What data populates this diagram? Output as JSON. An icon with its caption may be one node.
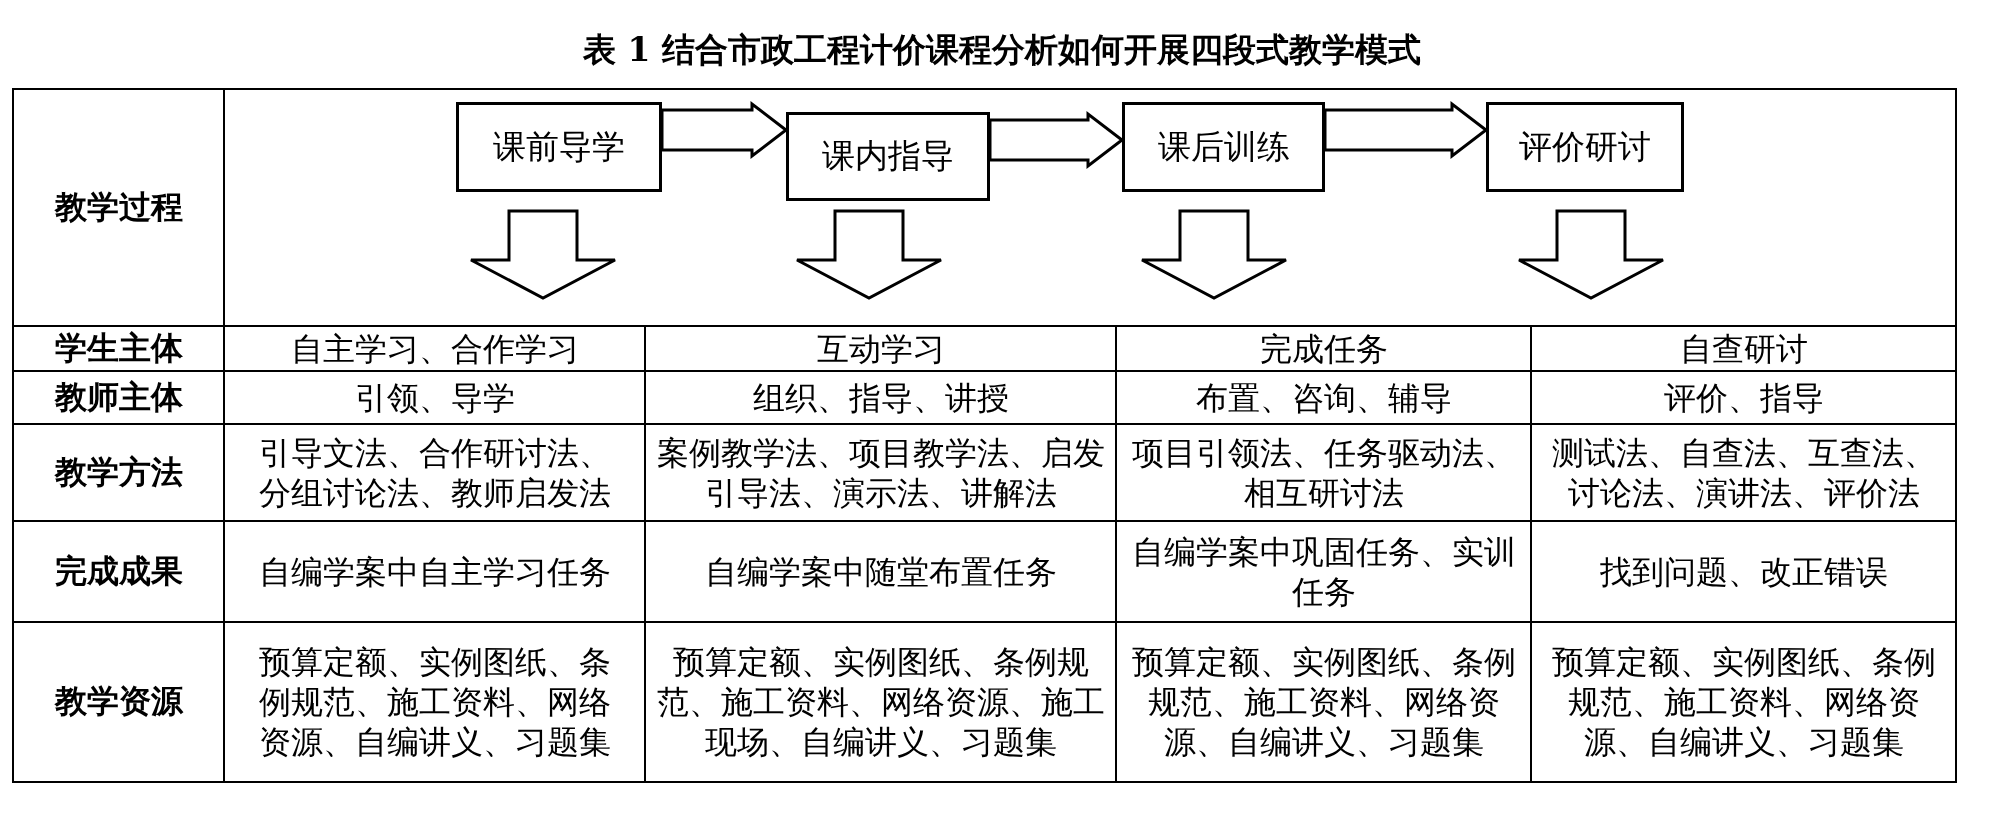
{
  "diagram": {
    "title": "表 1  结合市政工程计价课程分析如何开展四段式教学模式",
    "nodes": [
      {
        "text": [
          "课前导学"
        ]
      },
      {
        "text": [
          "课内指导"
        ]
      },
      {
        "text": [
          "课后训练"
        ]
      },
      {
        "text": [
          "评价研讨"
        ]
      }
    ],
    "edges": [
      {
        "from": 0,
        "to": 1,
        "arrow": "to"
      },
      {
        "from": 1,
        "to": 2,
        "arrow": "to"
      },
      {
        "from": 2,
        "to": 3,
        "arrow": "to"
      },
      {
        "from": 0,
        "to": null,
        "arrow": "to"
      },
      {
        "from": 1,
        "to": null,
        "arrow": "to"
      },
      {
        "from": 2,
        "to": null,
        "arrow": "to"
      },
      {
        "from": 3,
        "to": null,
        "arrow": "to"
      }
    ],
    "labels": [
      "教学过程",
      "学生主体",
      "自主学习、合作学习",
      "互动学习",
      "完成任务",
      "自查研讨",
      "教师主体",
      "引领、导学",
      "组织、指导、讲授",
      "布置、咨询、辅导",
      "评价、指导",
      "教学方法",
      "引导文法、合作研讨法、分组讨论法、教师启发法",
      "案例教学法、项目教学法、启发引导法、演示法、讲解法",
      "项目引领法、任务驱动法、相互研讨法",
      "测试法、自查法、互查法、讨论法、演讲法、评价法",
      "完成成果",
      "自编学案中自主学习任务",
      "自编学案中随堂布置任务",
      "自编学案中巩固任务、实训任务",
      "找到问题、改正错误",
      "教学资源",
      "预算定额、实例图纸、条例规范、施工资料、网络资源、自编讲义、习题集",
      "预算定额、实例图纸、条例规范、施工资料、网络资源、施工现场、自编讲义、习题集",
      "预算定额、实例图纸、条例规范、施工资料、网络资源、自编讲义、习题集",
      "预算定额、实例图纸、条例规范、施工资料、网络资源、自编讲义、习题集"
    ]
  }
}
